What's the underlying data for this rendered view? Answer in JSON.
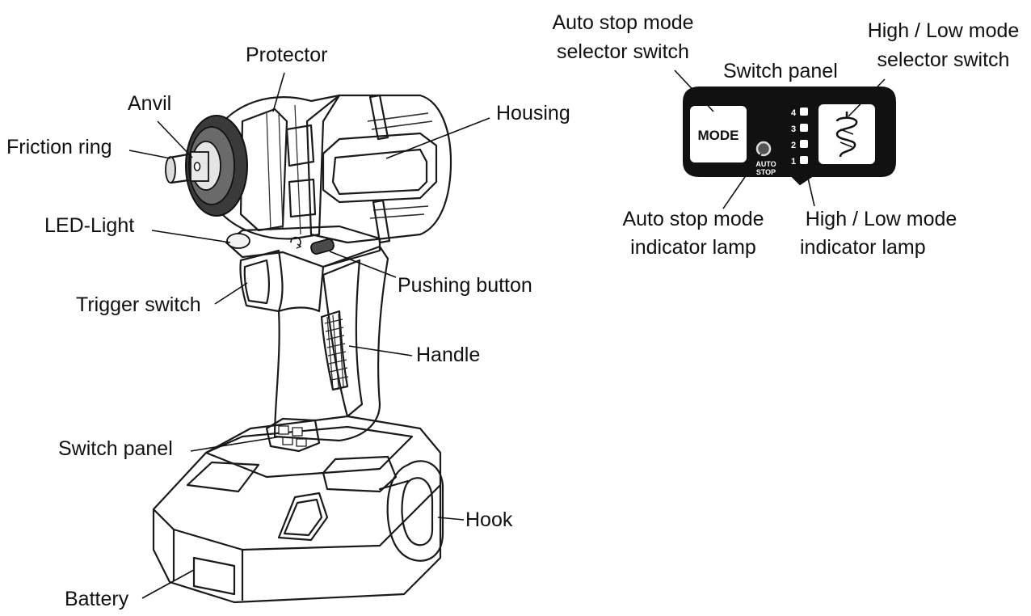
{
  "colors": {
    "outline": "#1a1a1a",
    "housing_dark": "#5b5b5b",
    "housing_light": "#c9c9c9",
    "handle_gray": "#9a9a9a",
    "battery_gray": "#8e8e8e",
    "panel_black": "#111111"
  },
  "tool_labels": {
    "protector": "Protector",
    "anvil": "Anvil",
    "friction_ring": "Friction ring",
    "housing": "Housing",
    "led_light": "LED-Light",
    "pushing_button": "Pushing button",
    "trigger_switch": "Trigger switch",
    "handle": "Handle",
    "switch_panel": "Switch panel",
    "hook": "Hook",
    "battery": "Battery"
  },
  "panel_labels": {
    "auto_stop_selector_l1": "Auto stop mode",
    "auto_stop_selector_l2": "selector switch",
    "switch_panel_title": "Switch panel",
    "high_low_selector_l1": "High / Low mode",
    "high_low_selector_l2": "selector switch",
    "auto_stop_indicator_l1": "Auto stop mode",
    "auto_stop_indicator_l2": "indicator lamp",
    "high_low_indicator_l1": "High / Low mode",
    "high_low_indicator_l2": "indicator lamp"
  },
  "panel_printed": {
    "mode_button": "MODE",
    "auto": "AUTO",
    "stop": "STOP",
    "levels": [
      "4",
      "3",
      "2",
      "1"
    ]
  },
  "icons": {
    "battery_gauge": "battery-level-icon",
    "spiral": "spiral-screw-icon",
    "rotation": "rotation-direction-icon"
  }
}
